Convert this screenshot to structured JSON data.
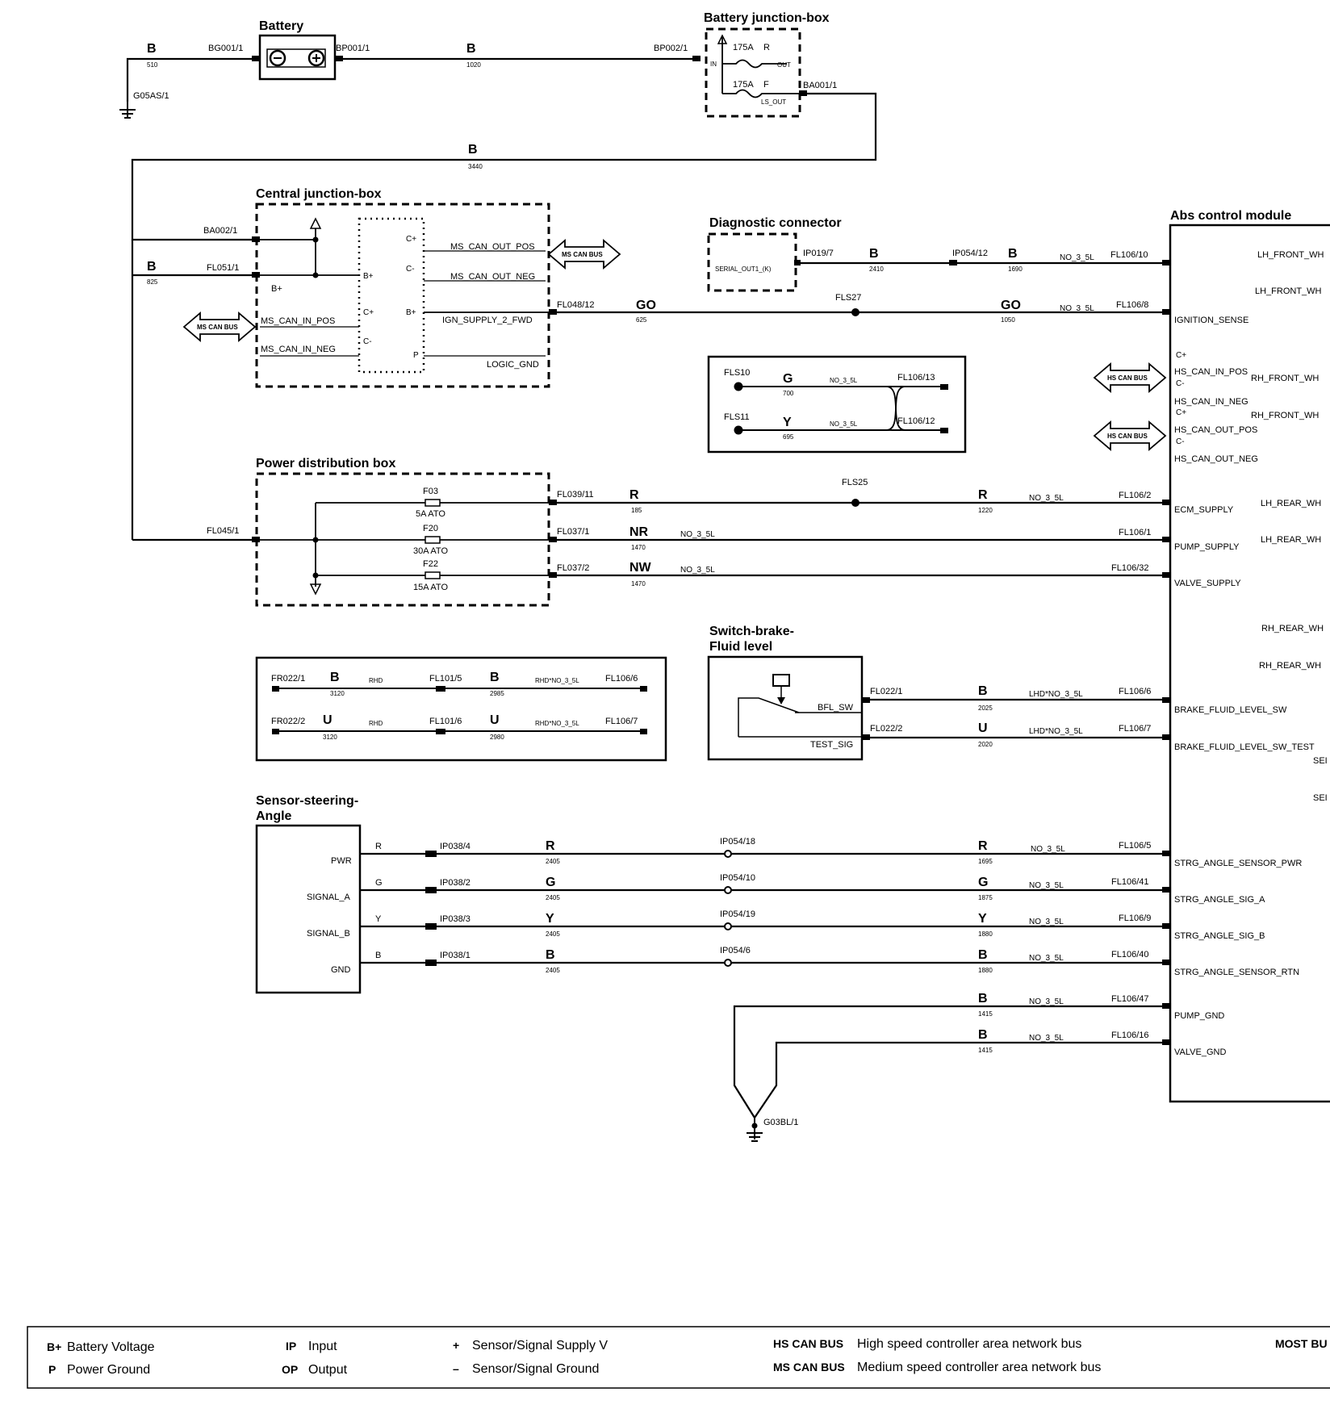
{
  "boxes": {
    "battery": "Battery",
    "battery_jb": "Battery junction-box",
    "central_jb": "Central junction-box",
    "diag": "Diagnostic connector",
    "abs": "Abs control module",
    "pdb": "Power distribution box",
    "brake_sw_1": "Switch-brake-",
    "brake_sw_2": "Fluid level",
    "steer_1": "Sensor-steering-",
    "steer_2": "Angle"
  },
  "connectors": {
    "bg001": "BG001/1",
    "bp001": "BP001/1",
    "bp002": "BP002/1",
    "ba001": "BA001/1",
    "g05as": "G05AS/1",
    "ba002": "BA002/1",
    "fl051": "FL051/1",
    "fl048": "FL048/12",
    "ip019": "IP019/7",
    "ip054_12": "IP054/12",
    "fl106_10": "FL106/10",
    "fl106_8": "FL106/8",
    "fls27": "FLS27",
    "fls10": "FLS10",
    "fls11": "FLS11",
    "fl106_13": "FL106/13",
    "fl106_12": "FL106/12",
    "fl039": "FL039/11",
    "fl037_1": "FL037/1",
    "fl037_2": "FL037/2",
    "fl045": "FL045/1",
    "fls25": "FLS25",
    "fl106_2": "FL106/2",
    "fl106_1": "FL106/1",
    "fl106_32": "FL106/32",
    "fr022_1": "FR022/1",
    "fr022_2": "FR022/2",
    "fl101_5": "FL101/5",
    "fl101_6": "FL101/6",
    "fl106_6": "FL106/6",
    "fl106_7": "FL106/7",
    "fl022_1": "FL022/1",
    "fl022_2": "FL022/2",
    "ip038_4": "IP038/4",
    "ip038_2": "IP038/2",
    "ip038_3": "IP038/3",
    "ip038_1": "IP038/1",
    "ip054_18": "IP054/18",
    "ip054_10": "IP054/10",
    "ip054_19": "IP054/19",
    "ip054_6": "IP054/6",
    "fl106_5": "FL106/5",
    "fl106_41": "FL106/41",
    "fl106_9": "FL106/9",
    "fl106_40": "FL106/40",
    "fl106_47": "FL106/47",
    "fl106_16": "FL106/16",
    "g03bl": "G03BL/1"
  },
  "wires": {
    "B": "B",
    "GO": "GO",
    "G": "G",
    "Y": "Y",
    "R": "R",
    "NR": "NR",
    "NW": "NW",
    "U": "U",
    "n510": "510",
    "n1020": "1020",
    "n3440": "3440",
    "n825": "825",
    "n2410": "2410",
    "n1690": "1690",
    "n625": "625",
    "n1050": "1050",
    "n700": "700",
    "n695": "695",
    "n185": "185",
    "n1220": "1220",
    "n1470": "1470",
    "n3120": "3120",
    "n2985": "2985",
    "n2980": "2980",
    "n2025": "2025",
    "n2020": "2020",
    "n2405": "2405",
    "n1695": "1695",
    "n1875": "1875",
    "n1880": "1880",
    "n1415": "1415",
    "no35l": "NO_3_5L",
    "rhd": "RHD",
    "rhdno": "RHD*NO_3_5L",
    "lhdno": "LHD*NO_3_5L"
  },
  "fuses": {
    "f175": "175A",
    "fR": "R",
    "fF": "F",
    "in": "IN",
    "out": "OUT",
    "ls_out": "LS_OUT",
    "F03": "F03",
    "F03r": "5A ATO",
    "F20": "F20",
    "F20r": "30A ATO",
    "F22": "F22",
    "F22r": "15A ATO"
  },
  "pins": {
    "bplus": "B+",
    "cplus": "C+",
    "cminus": "C-",
    "p": "P",
    "ms_can_out_pos": "MS_CAN_OUT_POS",
    "ms_can_out_neg": "MS_CAN_OUT_NEG",
    "ign_supply": "IGN_SUPPLY_2_FWD",
    "logic_gnd": "LOGIC_GND",
    "ms_can_in_pos": "MS_CAN_IN_POS",
    "ms_can_in_neg": "MS_CAN_IN_NEG",
    "ms_can_bus": "MS CAN BUS",
    "hs_can_bus": "HS CAN BUS",
    "serial_out": "SERIAL_OUT1_(K)",
    "lh_front_1": "LH_FRONT_WH",
    "lh_front_2": "LH_FRONT_WH",
    "ignition_sense": "IGNITION_SENSE",
    "hs_can_in_pos": "HS_CAN_IN_POS",
    "hs_can_in_neg": "HS_CAN_IN_NEG",
    "hs_can_out_pos": "HS_CAN_OUT_POS",
    "hs_can_out_neg": "HS_CAN_OUT_NEG",
    "rh_front_1": "RH_FRONT_WH",
    "rh_front_2": "RH_FRONT_WH",
    "ecm_supply": "ECM_SUPPLY",
    "pump_supply": "PUMP_SUPPLY",
    "valve_supply": "VALVE_SUPPLY",
    "lh_rear_1": "LH_REAR_WH",
    "lh_rear_2": "LH_REAR_WH",
    "rh_rear_1": "RH_REAR_WH",
    "rh_rear_2": "RH_REAR_WH",
    "brake_fluid_sw": "BRAKE_FLUID_LEVEL_SW",
    "brake_fluid_test": "BRAKE_FLUID_LEVEL_SW_TEST",
    "sen1": "SEI",
    "sen2": "SEI",
    "strg_pwr": "STRG_ANGLE_SENSOR_PWR",
    "strg_a": "STRG_ANGLE_SIG_A",
    "strg_b": "STRG_ANGLE_SIG_B",
    "strg_rtn": "STRG_ANGLE_SENSOR_RTN",
    "pump_gnd": "PUMP_GND",
    "valve_gnd": "VALVE_GND",
    "bfl_sw": "BFL_SW",
    "test_sig": "TEST_SIG",
    "pwr": "PWR",
    "signal_a": "SIGNAL_A",
    "signal_b": "SIGNAL_B",
    "gnd": "GND"
  },
  "legend": {
    "bplus_sym": "B+",
    "bplus_txt": "Battery Voltage",
    "p_sym": "P",
    "p_txt": "Power Ground",
    "ip_sym": "IP",
    "ip_txt": "Input",
    "op_sym": "OP",
    "op_txt": "Output",
    "plus_sym": "+",
    "plus_txt": "Sensor/Signal Supply V",
    "minus_sym": "–",
    "minus_txt": "Sensor/Signal Ground",
    "hs_sym": "HS CAN BUS",
    "hs_txt": "High speed controller area network bus",
    "ms_sym": "MS CAN BUS",
    "ms_txt": "Medium speed controller area network bus",
    "most_sym": "MOST BU"
  }
}
